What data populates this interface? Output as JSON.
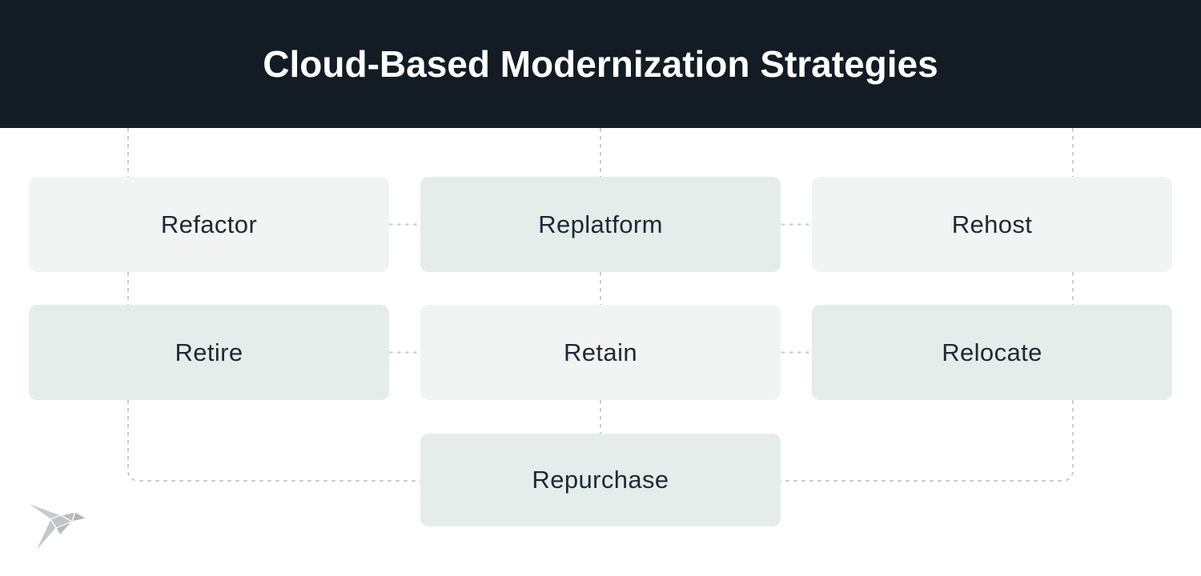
{
  "header": {
    "title": "Cloud-Based Modernization Strategies"
  },
  "strategies": {
    "items": [
      {
        "label": "Refactor",
        "variant": "gray",
        "row": 1,
        "col": 1
      },
      {
        "label": "Replatform",
        "variant": "teal",
        "row": 1,
        "col": 2
      },
      {
        "label": "Rehost",
        "variant": "gray",
        "row": 1,
        "col": 3
      },
      {
        "label": "Retire",
        "variant": "teal",
        "row": 2,
        "col": 1
      },
      {
        "label": "Retain",
        "variant": "gray",
        "row": 2,
        "col": 2
      },
      {
        "label": "Relocate",
        "variant": "teal",
        "row": 2,
        "col": 3
      },
      {
        "label": "Repurchase",
        "variant": "teal",
        "row": 3,
        "col": 2
      }
    ]
  },
  "logo": {
    "icon": "origami-bird-logo"
  },
  "colors": {
    "header-bg": "#131b24",
    "title-color": "#ffffff",
    "box-gray": "#f2f3f3",
    "box-teal": "#e5edeb",
    "box-text": "#1d2935",
    "dotted": "#c7cbcb",
    "page-bg": "#ffffff",
    "logo-a": "#c6cbce",
    "logo-b": "#bfc4c7",
    "logo-c": "#b9bec1",
    "logo-d": "#c2c7ca",
    "logo-e": "#b6bcbf",
    "logo-f": "#aeb4b7"
  }
}
